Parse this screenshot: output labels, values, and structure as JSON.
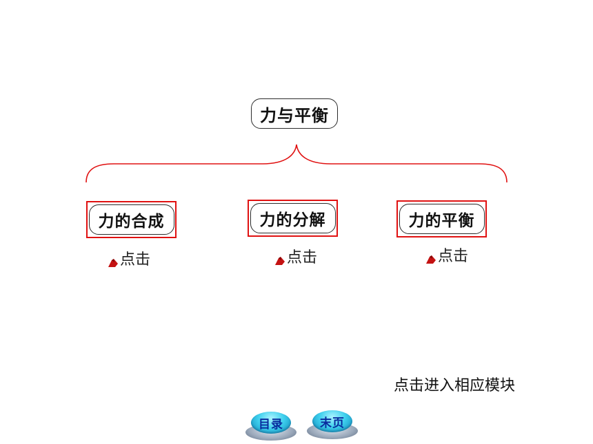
{
  "root": {
    "label": "力与平衡"
  },
  "modules": [
    {
      "label": "力的合成",
      "link": "点击"
    },
    {
      "label": "力的分解",
      "link": "点击"
    },
    {
      "label": "力的平衡",
      "link": "点击"
    }
  ],
  "hint": "点击进入相应模块",
  "nav": {
    "contents_label": "目录",
    "last_label": "末页"
  },
  "colors": {
    "brace": "#e01010",
    "frame": "#e01010",
    "nav_cap": "#3fd0ee"
  },
  "icons": {
    "link": "hand-pointer-icon"
  }
}
